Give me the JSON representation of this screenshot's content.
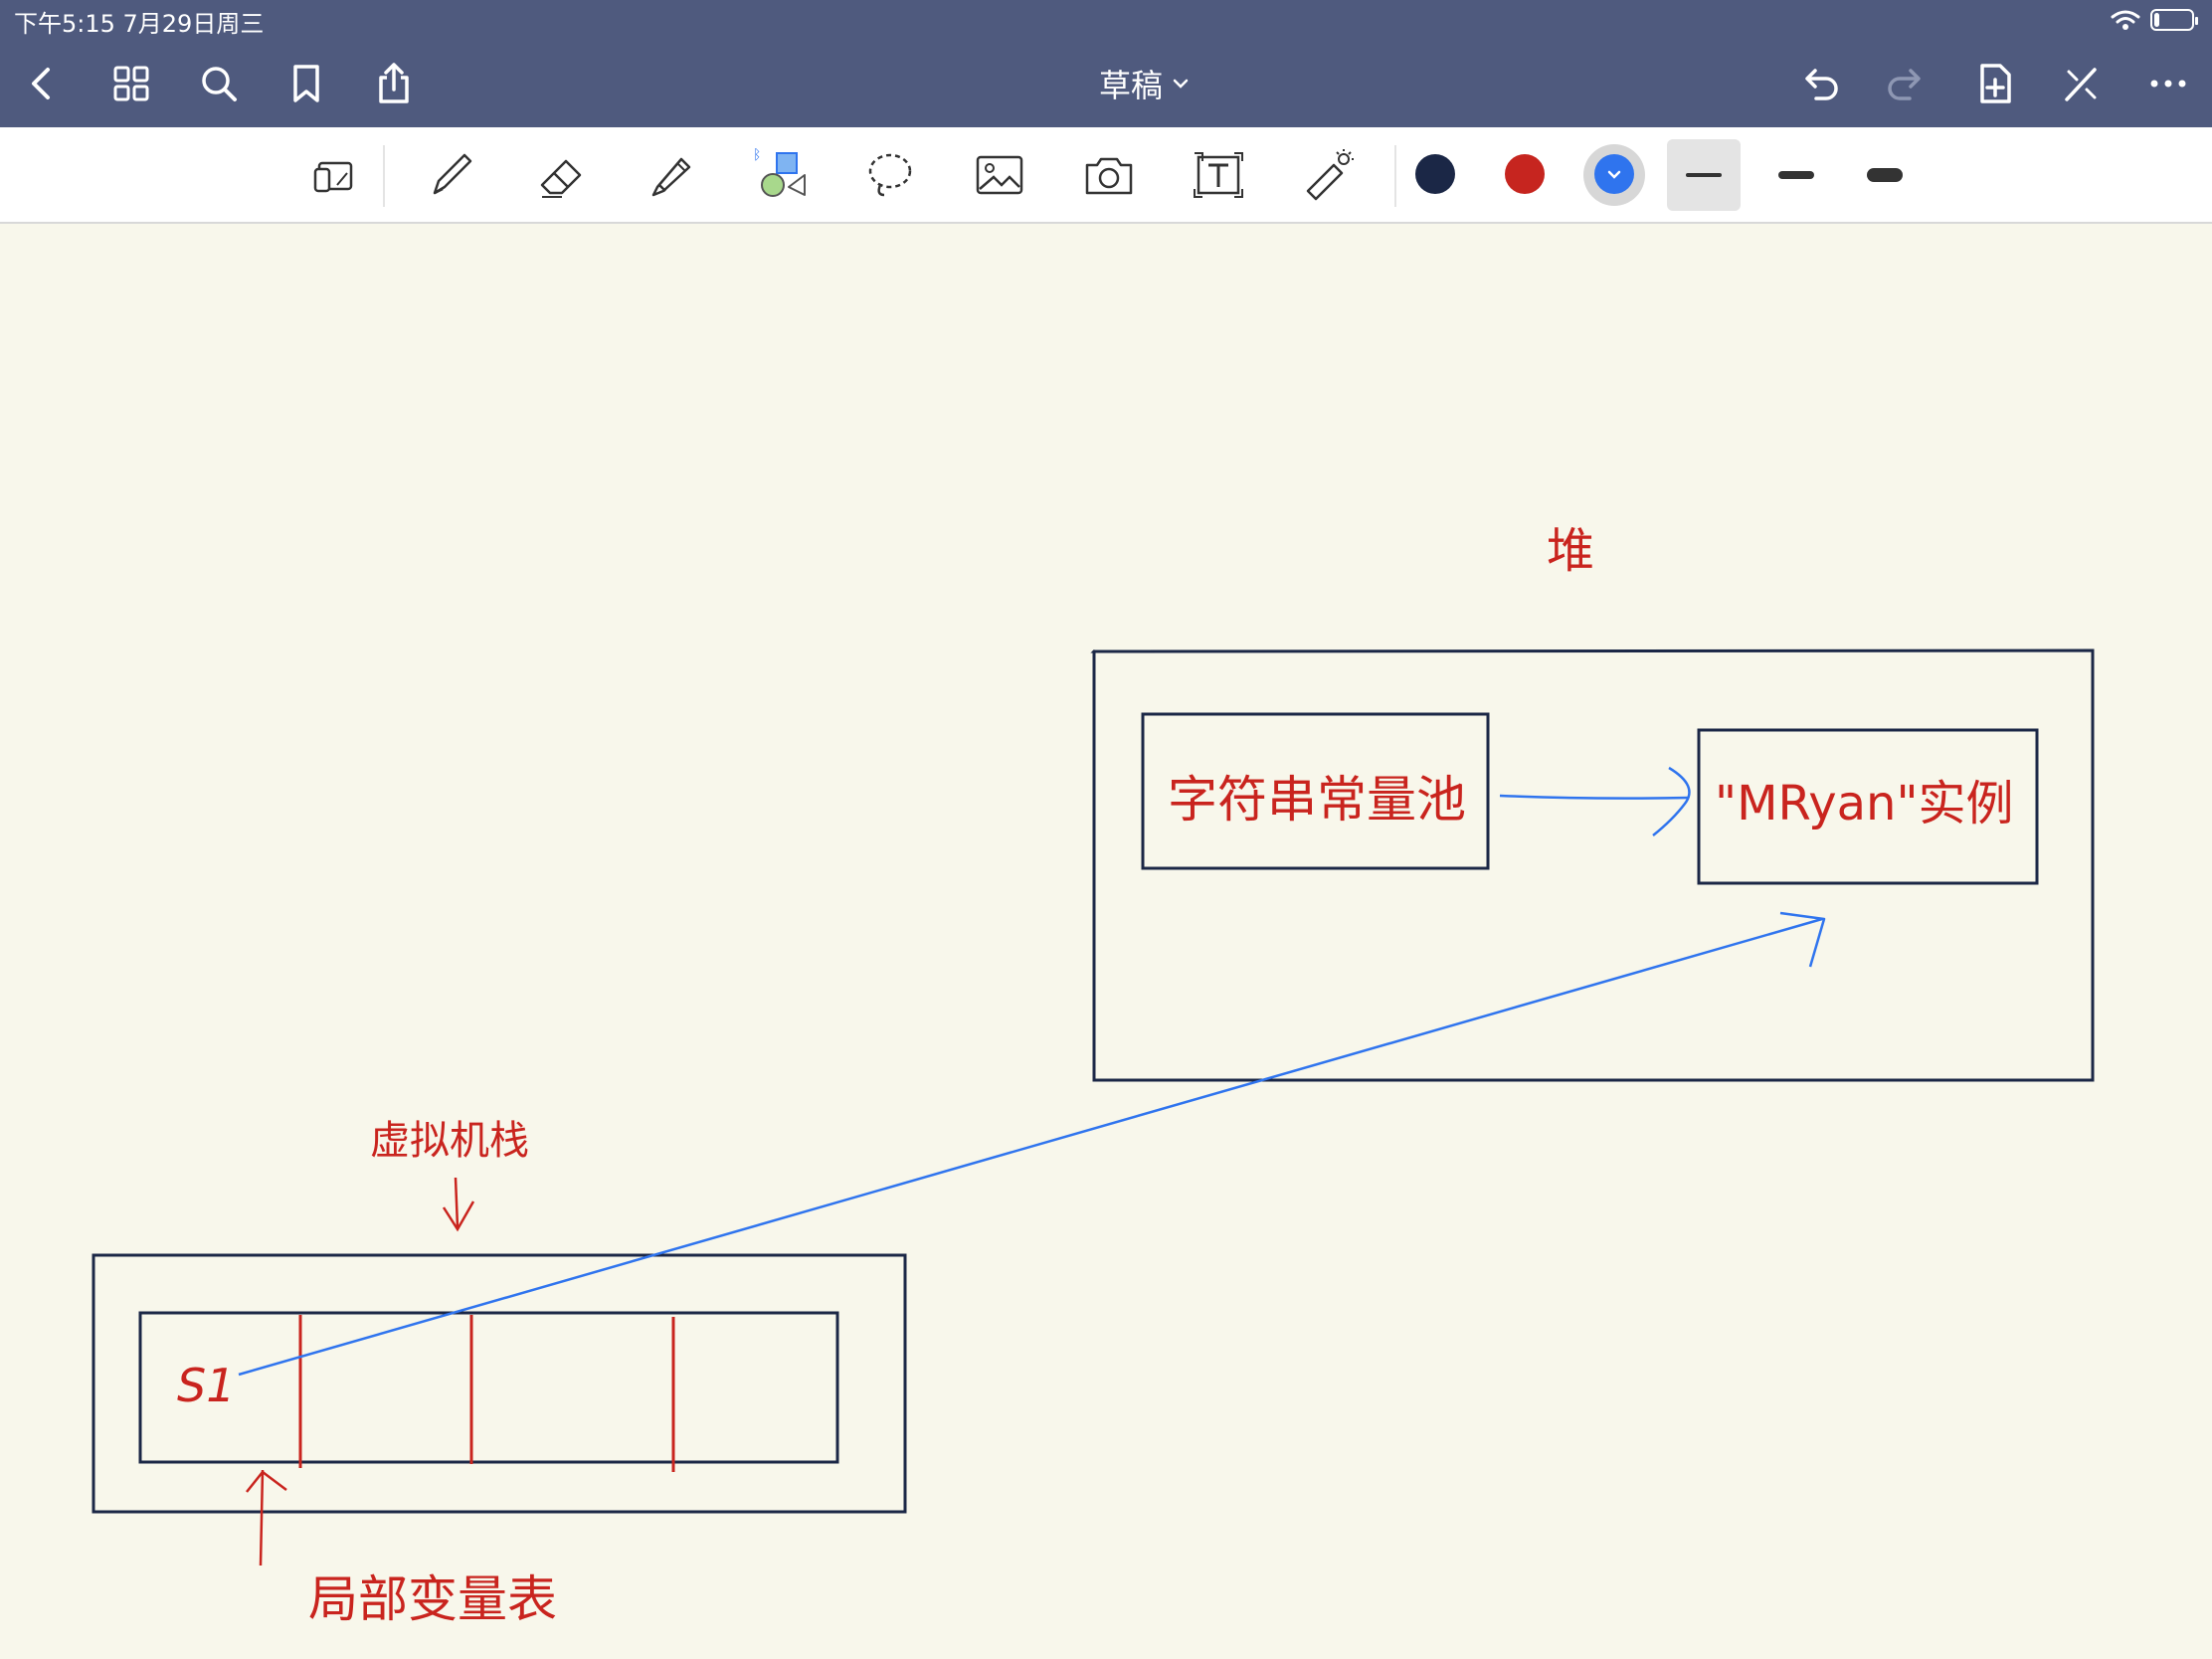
{
  "status": {
    "time": "下午5:15  7月29日周三",
    "battery_level": 0.15
  },
  "nav": {
    "title": "草稿",
    "icons": [
      "chevron-left-icon",
      "grid-icon",
      "search-icon",
      "bookmark-icon",
      "share-icon",
      "undo-icon",
      "redo-icon",
      "add-page-icon",
      "magic-wand-icon",
      "more-icon"
    ]
  },
  "toolbar": {
    "tools": [
      "page-view-icon",
      "pen-icon",
      "eraser-icon",
      "highlighter-icon",
      "shape-icon",
      "lasso-icon",
      "image-icon",
      "camera-icon",
      "text-icon",
      "laser-icon"
    ],
    "colors": [
      "#1b2746",
      "#c6251f",
      "#2f74ee"
    ],
    "selected_color": "#2f74ee",
    "stroke_widths": [
      "thin",
      "medium",
      "thick"
    ],
    "selected_stroke": "thin"
  },
  "canvas": {
    "heap_label": "堆",
    "string_pool_label": "字符串常量池",
    "instance_label": "\"MRyan\"实例",
    "stack_label": "虚拟机栈",
    "local_var_label": "局部变量表",
    "s1_label": "S1",
    "colors": {
      "ink_red": "#c9241e",
      "ink_navy": "#1b2746",
      "ink_blue": "#2f74ee"
    }
  }
}
